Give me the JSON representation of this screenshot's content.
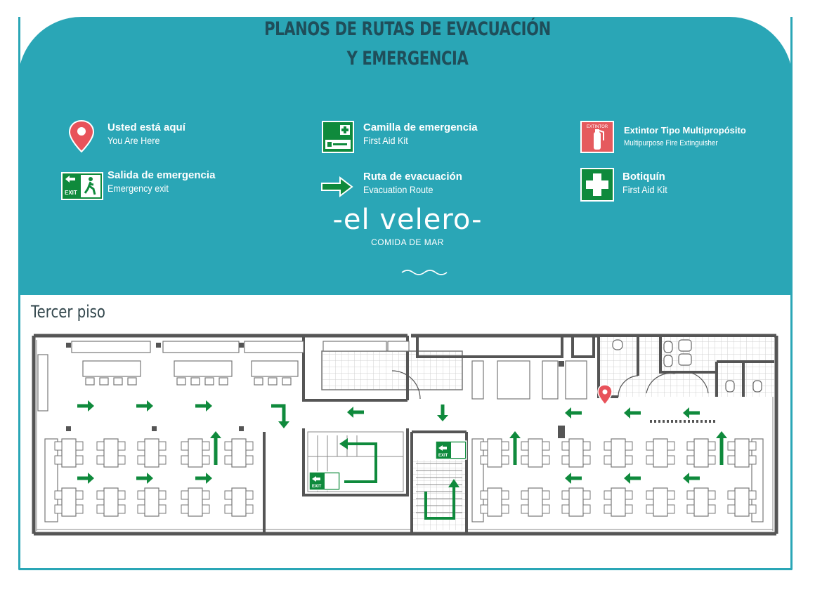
{
  "title": {
    "line1": "PLANOS DE RUTAS DE EVACUACIÓN",
    "line2": "Y EMERGENCIA"
  },
  "legend": [
    {
      "key": "you-are-here",
      "title": "Usted está aquí",
      "subtitle": "You Are Here",
      "icon": "map-pin-icon"
    },
    {
      "key": "stretcher",
      "title": "Camilla de emergencia",
      "subtitle": "First Aid Kit",
      "icon": "stretcher-icon"
    },
    {
      "key": "extinguisher",
      "title": "Extintor Tipo Multipropósito",
      "subtitle": "Multipurpose Fire Extinguisher",
      "icon": "fire-extinguisher-icon",
      "icon_label": "EXTINTOR"
    },
    {
      "key": "exit",
      "title": "Salida de emergencia",
      "subtitle": "Emergency exit",
      "icon": "emergency-exit-icon",
      "icon_label": "EXIT"
    },
    {
      "key": "route",
      "title": "Ruta de evacuación",
      "subtitle": "Evacuation Route",
      "icon": "route-arrow-icon"
    },
    {
      "key": "first-aid",
      "title": "Botiquín",
      "subtitle": "First Aid Kit",
      "icon": "first-aid-cross-icon"
    }
  ],
  "brand": {
    "name": "-el velero-",
    "tagline": "COMIDA DE MAR"
  },
  "floor": {
    "title": "Tercer piso"
  },
  "colors": {
    "teal": "#2aa6b6",
    "title_dark": "#1f4e5a",
    "route_green": "#0f8a3c",
    "pin_red": "#e8525a",
    "extinguisher_red": "#e55a5e",
    "wall": "#555555"
  },
  "plan_signs": {
    "exit_label": "EXIT"
  }
}
